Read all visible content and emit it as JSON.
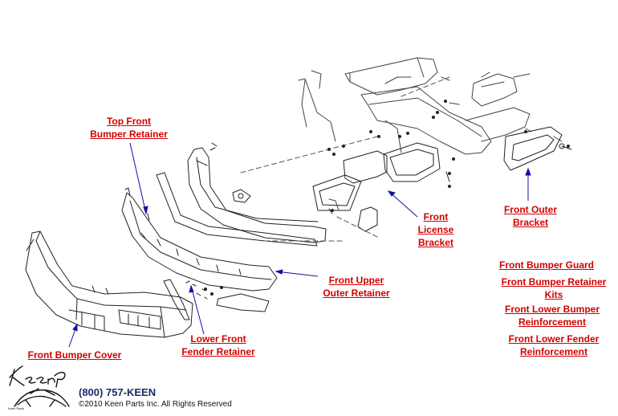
{
  "labels": {
    "top_front": [
      "Top Front",
      "Bumper Retainer"
    ],
    "front_license": [
      "Front",
      "License",
      "Bracket"
    ],
    "front_outer": [
      "Front Outer",
      "Bracket"
    ],
    "front_upper_outer": [
      "Front Upper",
      "Outer Retainer"
    ],
    "front_bumper_guard": "Front Bumper Guard",
    "front_bumper_retainer_kits": [
      "Front Bumper Retainer",
      "Kits"
    ],
    "front_lower_bumper_reinf": [
      "Front Lower Bumper",
      "Reinforcement"
    ],
    "front_lower_fender_reinf": [
      "Front Lower Fender",
      "Reinforcement"
    ],
    "lower_front_fender": [
      "Lower Front",
      "Fender Retainer"
    ],
    "front_bumper_cover": "Front Bumper Cover"
  },
  "footer": {
    "phone": "(800) 757-KEEN",
    "copyright": "©2010 Keen Parts Inc. All Rights Reserved",
    "logo_text": "Keen Parts"
  },
  "colors": {
    "label": "#d10000",
    "leader": "#1010a0",
    "line": "#222222"
  }
}
